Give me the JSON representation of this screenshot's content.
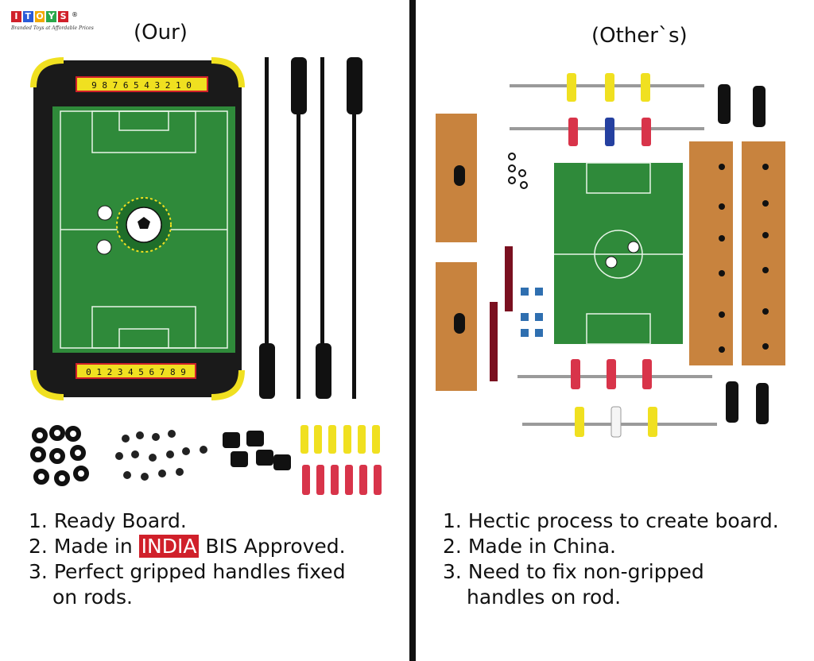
{
  "brand": {
    "tiles": [
      "I",
      "T",
      "O",
      "Y",
      "S"
    ],
    "tile_colors": [
      "#d0202a",
      "#2a5bd7",
      "#f2a900",
      "#2aa84a",
      "#d0202a"
    ],
    "tagline": "Branded Toys at Affordable Prices",
    "registered": "®"
  },
  "headings": {
    "ours": "(Our)",
    "others": "(Other`s)"
  },
  "scoreboard": {
    "top": "9 8 7 6 5 4 3 2 1 0",
    "bottom": "0 1 2 3 4 5 6 7 8 9"
  },
  "ours_points": [
    {
      "num": "1.",
      "text": "Ready Board."
    },
    {
      "num": "2.",
      "pre": "Made in",
      "highlight": "INDIA",
      "post": "BIS Approved."
    },
    {
      "num": "3.",
      "text": "Perfect gripped handles fixed",
      "cont": "on rods."
    }
  ],
  "others_points": [
    {
      "num": "1.",
      "text": "Hectic process to create board."
    },
    {
      "num": "2.",
      "text": "Made in China."
    },
    {
      "num": "3.",
      "text": "Need to fix non-gripped",
      "cont": "handles on rod."
    }
  ],
  "colors": {
    "field": "#2f8a3a",
    "frame": "#1a1a1a",
    "accent": "#f0e020",
    "wood": "#c8833e",
    "india": "#d0202a"
  }
}
